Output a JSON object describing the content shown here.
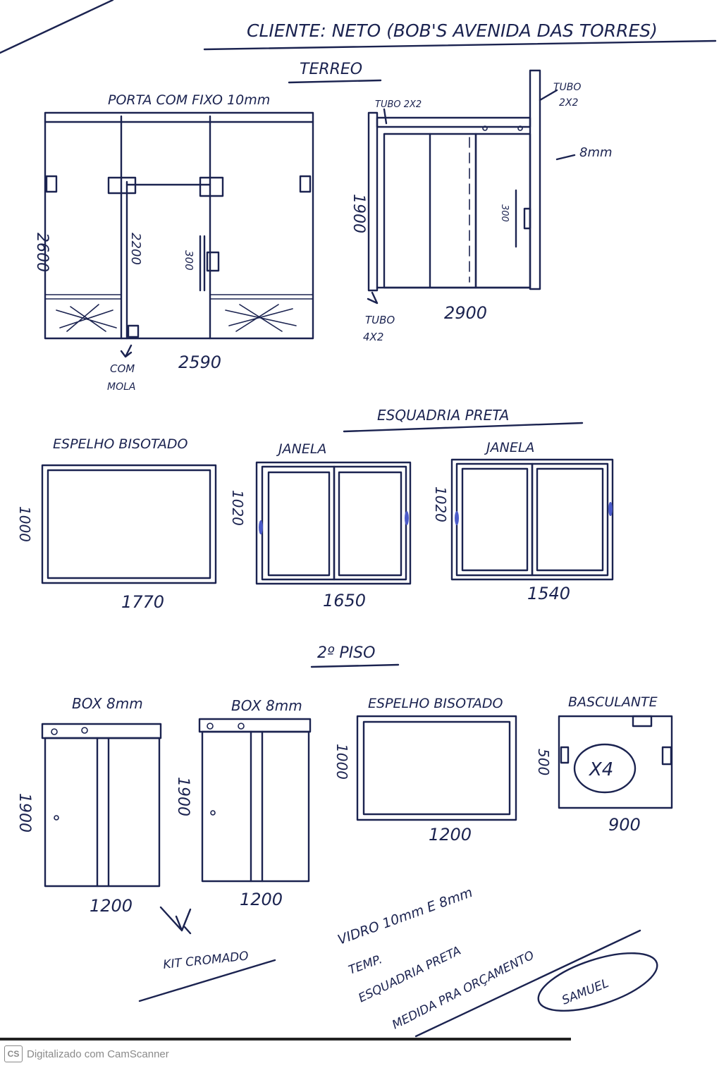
{
  "header": {
    "client": "CLIENTE: NETO (BOB'S AVENIDA DAS TORRES)",
    "section_ground": "TERREO",
    "section_second": "2º PISO"
  },
  "door_front": {
    "title": "PORTA COM FIXO 10mm",
    "height": "2600",
    "inner_height": "2200",
    "handle": "300",
    "width": "2590",
    "spring_note_1": "COM",
    "spring_note_2": "MOLA"
  },
  "slider_door": {
    "tube_top_left": "TUBO 2X2",
    "tube_top_right_1": "TUBO",
    "tube_top_right_2": "2X2",
    "thickness": "8mm",
    "height": "1900",
    "handle": "300",
    "width": "2900",
    "tube_bottom_1": "TUBO",
    "tube_bottom_2": "4X2"
  },
  "black_frame_label": "ESQUADRIA PRETA",
  "mirror_ground": {
    "title": "ESPELHO BISOTADO",
    "height": "1000",
    "width": "1770"
  },
  "window_1": {
    "title": "JANELA",
    "height": "1020",
    "width": "1650"
  },
  "window_2": {
    "title": "JANELA",
    "height": "1020",
    "width": "1540"
  },
  "box_1": {
    "title": "BOX 8mm",
    "height": "1900",
    "width": "1200"
  },
  "box_2": {
    "title": "BOX 8mm",
    "height": "1900",
    "width": "1200"
  },
  "mirror_second": {
    "title": "ESPELHO BISOTADO",
    "height": "1000",
    "width": "1200"
  },
  "tilting_window": {
    "title": "BASCULANTE",
    "height": "500",
    "width": "900",
    "quantity": "X4"
  },
  "notes": {
    "kit": "KIT CROMADO",
    "glass": "VIDRO 10mm E 8mm",
    "temp": "TEMP.",
    "frame": "ESQUADRIA PRETA",
    "measure": "MEDIDA PRA ORÇAMENTO",
    "signature": "SAMUEL"
  },
  "footer": {
    "badge": "CS",
    "text": "Digitalizado com CamScanner"
  }
}
